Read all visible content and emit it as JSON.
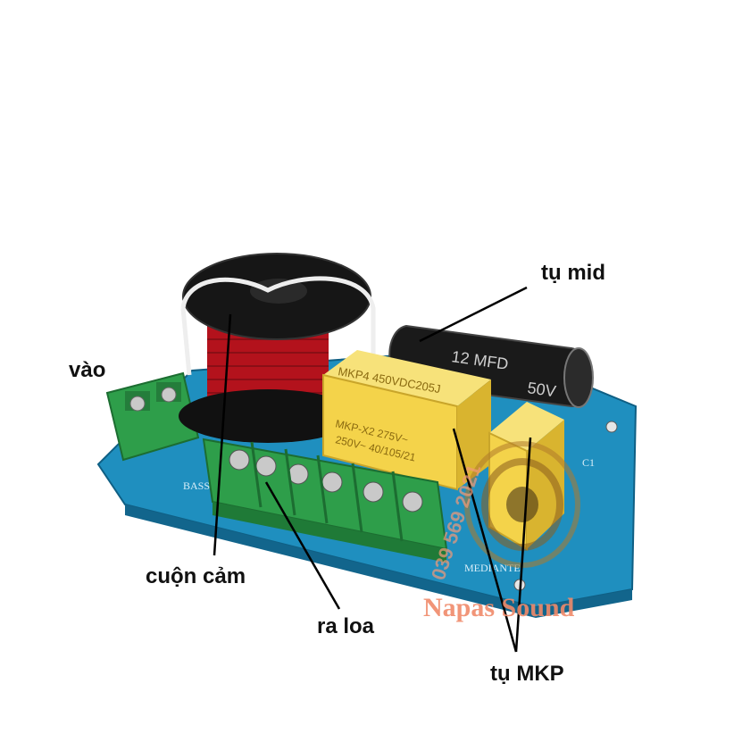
{
  "labels": {
    "input": "vào",
    "mid_capacitor": "tụ mid",
    "inductor": "cuộn cảm",
    "speaker_out": "ra loa",
    "mkp_capacitor": "tụ MKP"
  },
  "watermark": {
    "brand": "Napas Sound",
    "phone": "039 569 2021"
  },
  "yellow_capacitor": {
    "line1": "MKP4 450VDC205J",
    "line2": "MKP-X2 275V~",
    "line3": "250V~  40/105/21"
  },
  "electrolytic_capacitor": {
    "value": "12 MFD",
    "voltage": "50V"
  },
  "colors": {
    "label_text": "#111111",
    "board": "#1f8fbf",
    "terminal": "#2e9e4a",
    "coil_copper": "#b3121c",
    "mkp_yellow": "#f4d34a",
    "watermark": "#f08a6a"
  }
}
